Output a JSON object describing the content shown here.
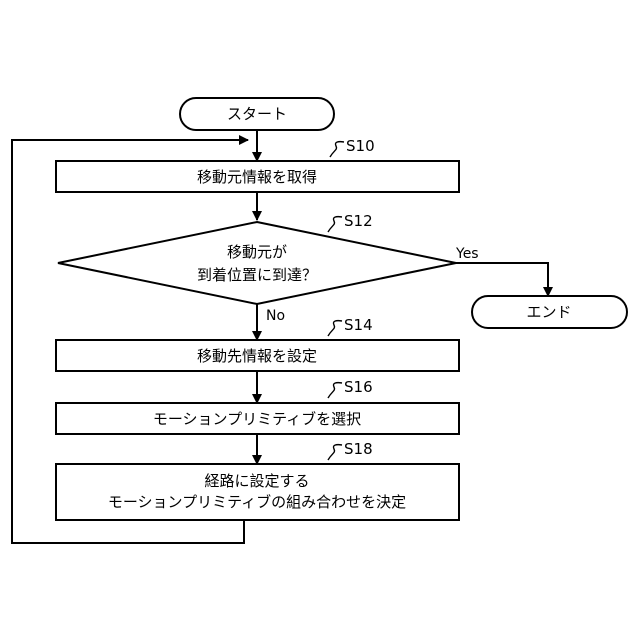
{
  "start": {
    "label": "スタート"
  },
  "end": {
    "label": "エンド"
  },
  "steps": {
    "s10": {
      "id": "S10",
      "label": "移動元情報を取得"
    },
    "s12": {
      "id": "S12",
      "line1": "移動元が",
      "line2": "到着位置に到達？"
    },
    "s14": {
      "id": "S14",
      "label": "移動先情報を設定"
    },
    "s16": {
      "id": "S16",
      "label": "モーションプリミティブを選択"
    },
    "s18": {
      "id": "S18",
      "line1": "経路に設定する",
      "line2": "モーションプリミティブの組み合わせを決定"
    }
  },
  "branches": {
    "yes": "Yes",
    "no": "No"
  }
}
